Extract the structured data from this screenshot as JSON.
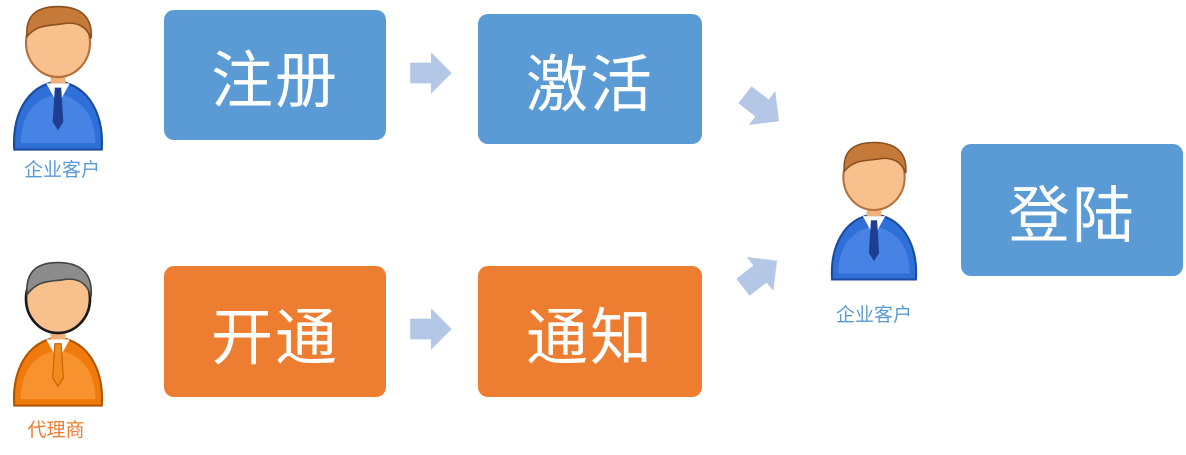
{
  "colors": {
    "blue": "#5b9bd5",
    "orange": "#ed7d31",
    "arrow": "#b4c7e7"
  },
  "actors": {
    "enterprise_top": {
      "label": "企业客户",
      "icon": "enterprise-customer-icon"
    },
    "agent": {
      "label": "代理商",
      "icon": "agent-icon"
    },
    "enterprise_right": {
      "label": "企业客户",
      "icon": "enterprise-customer-icon"
    }
  },
  "steps": {
    "register": "注册",
    "activate": "激活",
    "open": "开通",
    "notify": "通知",
    "login": "登陆"
  }
}
